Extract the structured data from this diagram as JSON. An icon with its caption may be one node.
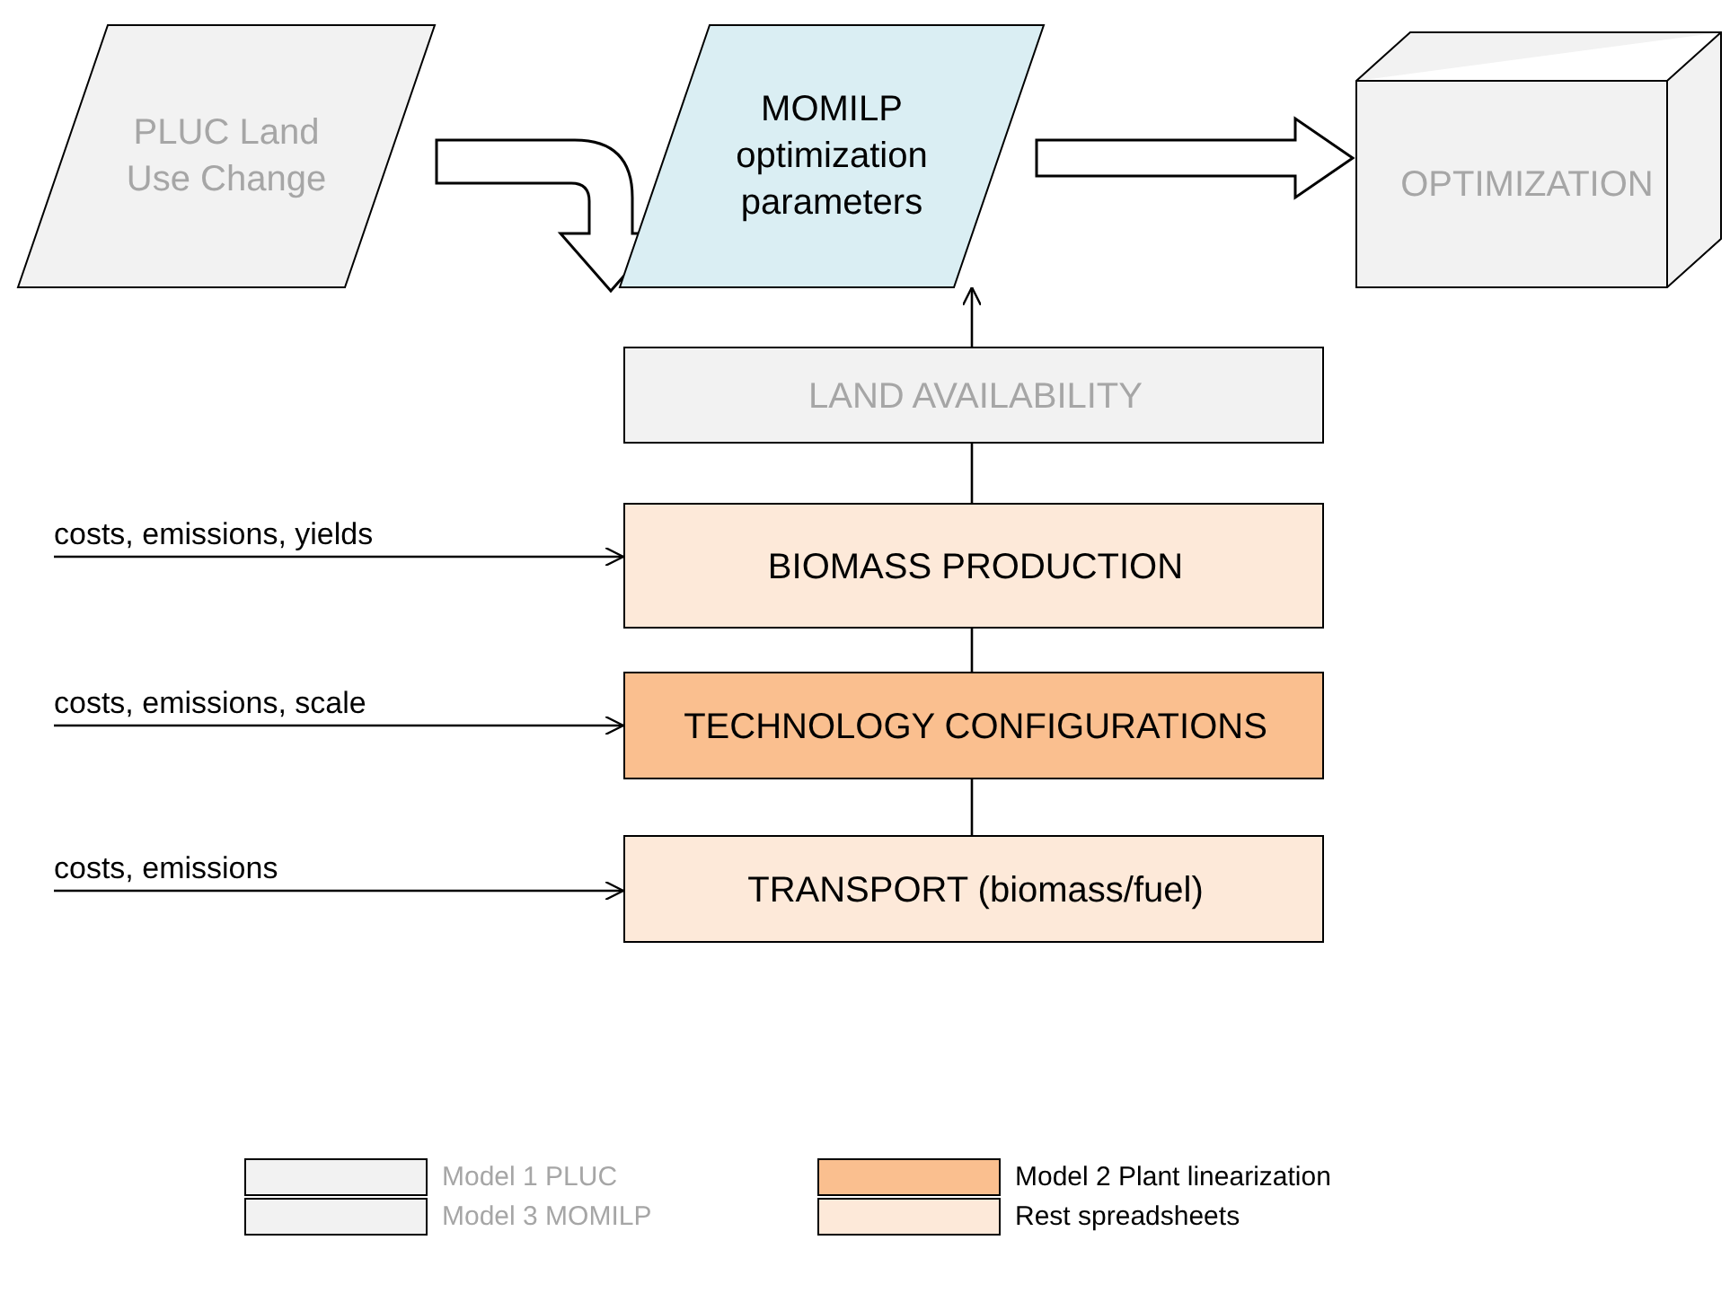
{
  "diagram": {
    "nodes": [
      {
        "text": [
          "PLUC Land Use Change"
        ]
      },
      {
        "text": [
          "MOMILP optimization parameters"
        ]
      },
      {
        "text": [
          "OPTIMIZATION"
        ]
      },
      {
        "text": [
          "LAND AVAILABILITY"
        ]
      },
      {
        "text": [
          "BIOMASS PRODUCTION"
        ]
      },
      {
        "text": [
          "TECHNOLOGY CONFIGURATIONS"
        ]
      },
      {
        "text": [
          "TRANSPORT (biomass/fuel)"
        ]
      },
      {
        "text": [
          "costs, emissions, yields"
        ]
      },
      {
        "text": [
          "costs, emissions, scale"
        ]
      },
      {
        "text": [
          "costs, emissions"
        ]
      }
    ],
    "edges": [
      {
        "from": 0,
        "to": 3,
        "arrow": "to",
        "style": "thick"
      },
      {
        "from": 1,
        "to": 2,
        "arrow": "to",
        "style": "thick"
      },
      {
        "from": 3,
        "to": 1,
        "arrow": "to"
      },
      {
        "from": 4,
        "to": 3,
        "arrow": "none"
      },
      {
        "from": 5,
        "to": 4,
        "arrow": "none"
      },
      {
        "from": 6,
        "to": 5,
        "arrow": "none"
      },
      {
        "from": 7,
        "to": 4,
        "arrow": "to"
      },
      {
        "from": 8,
        "to": 5,
        "arrow": "to"
      },
      {
        "from": 9,
        "to": 6,
        "arrow": "to"
      }
    ],
    "legend": [
      {
        "text": "Model 1 PLUC",
        "color": "#f2f2f2"
      },
      {
        "text": "Model 3 MOMILP",
        "color": "#f2f2f2"
      },
      {
        "text": "Model 2 Plant linearization",
        "color": "#fabf8f"
      },
      {
        "text": "Rest spreadsheets",
        "color": "#fde9d9"
      }
    ]
  }
}
